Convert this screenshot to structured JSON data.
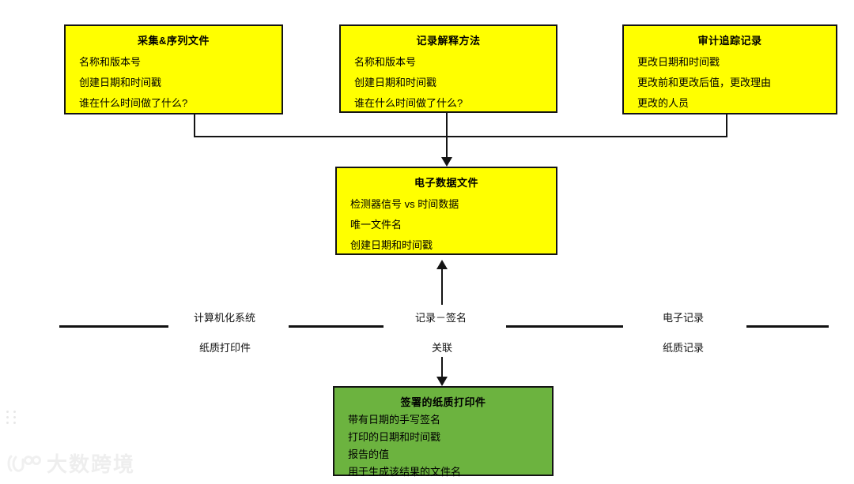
{
  "diagram": {
    "nodes": [
      {
        "id": "acquisition-sequence-file",
        "title": "采集&序列文件",
        "lines": [
          "名称和版本号",
          "创建日期和时间戳",
          "谁在什么时间做了什么?"
        ],
        "color": "#ffff00"
      },
      {
        "id": "record-interpretation-method",
        "title": "记录解释方法",
        "lines": [
          "名称和版本号",
          "创建日期和时间戳",
          "谁在什么时间做了什么?"
        ],
        "color": "#ffff00"
      },
      {
        "id": "audit-trail-record",
        "title": "审计追踪记录",
        "lines": [
          "更改日期和时间戳",
          "更改前和更改后值，更改理由",
          "更改的人员"
        ],
        "color": "#ffff00"
      },
      {
        "id": "electronic-data-file",
        "title": "电子数据文件",
        "lines": [
          "检测器信号 vs 时间数据",
          "唯一文件名",
          "创建日期和时间戳"
        ],
        "color": "#ffff00"
      },
      {
        "id": "signed-paper-printout",
        "title": "签署的纸质打印件",
        "lines": [
          "带有日期的手写签名",
          "打印的日期和时间戳",
          "报告的值",
          "用于生成该结果的文件名"
        ],
        "color": "#6cb33f"
      }
    ],
    "labels": {
      "computerized_system": "计算机化系统",
      "paper_printout": "纸质打印件",
      "record_signature": "记录－签名",
      "association": "关联",
      "electronic_record": "电子记录",
      "paper_record": "纸质记录"
    },
    "watermark": {
      "text": "大数跨境"
    }
  }
}
